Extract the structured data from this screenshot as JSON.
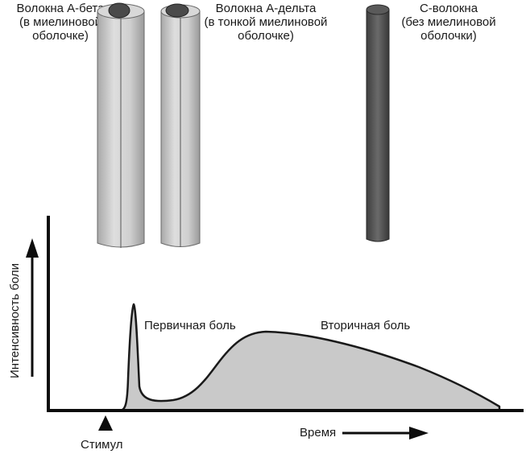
{
  "fibers": [
    {
      "lines": [
        "Волокна А-бета",
        "(в миелиновой",
        "оболочке)"
      ]
    },
    {
      "lines": [
        "Волокна А-дельта",
        "(в тонкой миелиновой",
        "оболочке)"
      ]
    },
    {
      "lines": [
        "С-волокна",
        "(без миелиновой",
        "оболочки)"
      ]
    }
  ],
  "graph": {
    "y_axis_label": "Интенсивность боли",
    "x_axis_label": "Время",
    "stimulus_label": "Стимул",
    "primary_pain_label": "Первичная боль",
    "secondary_pain_label": "Вторичная боль"
  },
  "colors": {
    "axis": "#0d0d0d",
    "curve_fill": "#c9c9c9",
    "myelin_fiber": "#cfcfcf",
    "c_fiber": "#555555"
  }
}
